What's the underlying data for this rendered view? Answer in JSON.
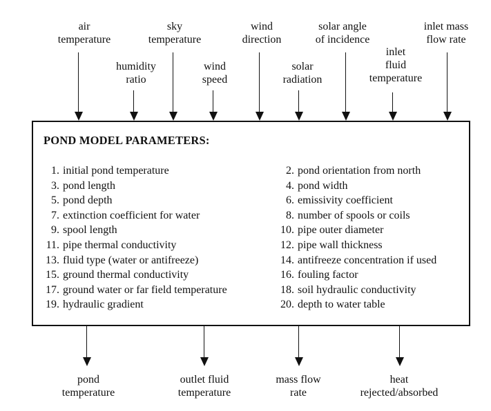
{
  "diagram": {
    "colors": {
      "ink": "#111111",
      "background": "#ffffff"
    },
    "inputs": [
      {
        "lines": [
          "air",
          "temperature"
        ]
      },
      {
        "lines": [
          "humidity",
          "ratio"
        ]
      },
      {
        "lines": [
          "sky",
          "temperature"
        ]
      },
      {
        "lines": [
          "wind",
          "speed"
        ]
      },
      {
        "lines": [
          "wind",
          "direction"
        ]
      },
      {
        "lines": [
          "solar",
          "radiation"
        ]
      },
      {
        "lines": [
          "solar angle",
          "of incidence"
        ]
      },
      {
        "lines": [
          "inlet",
          "fluid",
          "temperature"
        ]
      },
      {
        "lines": [
          "inlet mass",
          "flow rate"
        ]
      }
    ],
    "box": {
      "title": "POND MODEL PARAMETERS:",
      "parameters_left": [
        {
          "num": "1.",
          "text": "initial pond temperature"
        },
        {
          "num": "3.",
          "text": "pond length"
        },
        {
          "num": "5.",
          "text": "pond depth"
        },
        {
          "num": "7.",
          "text": "extinction coefficient for water"
        },
        {
          "num": "9.",
          "text": "spool length"
        },
        {
          "num": "11.",
          "text": "pipe thermal conductivity"
        },
        {
          "num": "13.",
          "text": "fluid type (water or antifreeze)"
        },
        {
          "num": "15.",
          "text": "ground thermal conductivity"
        },
        {
          "num": "17.",
          "text": "ground water or far field temperature"
        },
        {
          "num": "19.",
          "text": "hydraulic gradient"
        }
      ],
      "parameters_right": [
        {
          "num": "2.",
          "text": "pond orientation from north"
        },
        {
          "num": "4.",
          "text": "pond width"
        },
        {
          "num": "6.",
          "text": "emissivity coefficient"
        },
        {
          "num": "8.",
          "text": "number of spools or coils"
        },
        {
          "num": "10.",
          "text": "pipe outer diameter"
        },
        {
          "num": "12.",
          "text": "pipe wall thickness"
        },
        {
          "num": "14.",
          "text": "antifreeze concentration if used"
        },
        {
          "num": "16.",
          "text": "fouling factor"
        },
        {
          "num": "18.",
          "text": "soil hydraulic conductivity"
        },
        {
          "num": "20.",
          "text": "depth to water table"
        }
      ]
    },
    "outputs": [
      {
        "lines": [
          "pond",
          "temperature"
        ]
      },
      {
        "lines": [
          "outlet fluid",
          "temperature"
        ]
      },
      {
        "lines": [
          "mass flow",
          "rate"
        ]
      },
      {
        "lines": [
          "heat",
          "rejected/absorbed"
        ]
      }
    ]
  }
}
